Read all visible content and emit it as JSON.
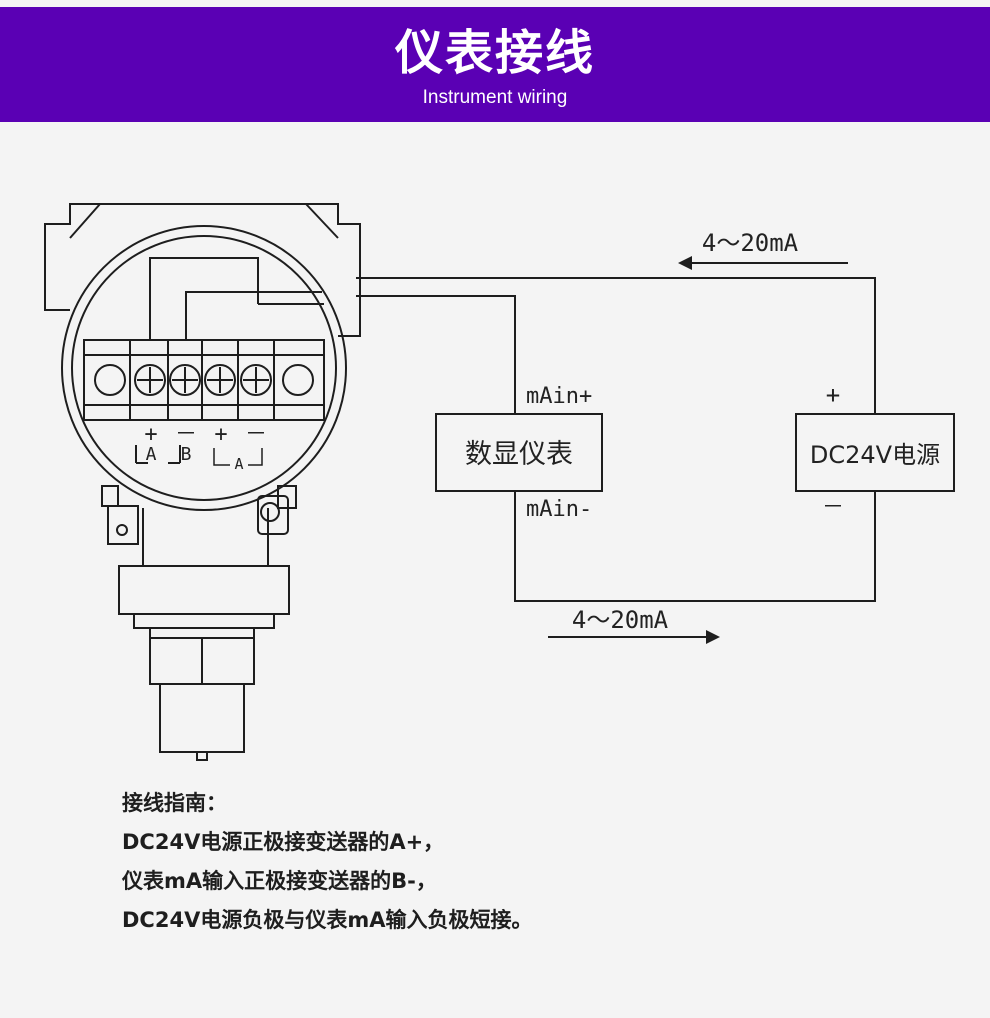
{
  "header": {
    "title": "仪表接线",
    "subtitle": "Instrument wiring",
    "bg_color": "#5a00b4"
  },
  "diagram": {
    "current_top": "4～20mA",
    "current_bottom": "4～20mA",
    "meter": {
      "label": "数显仪表",
      "pin_plus": "mAin+",
      "pin_minus": "mAin-"
    },
    "power": {
      "label": "DC24V电源",
      "pin_plus": "+",
      "pin_minus": "－"
    },
    "terminals": {
      "signs": [
        "+",
        "－",
        "+",
        "－"
      ],
      "letter_a": "A",
      "letter_b": "B",
      "bracket_label": "A"
    }
  },
  "guide": {
    "title": "接线指南：",
    "lines": [
      "DC24V电源正极接变送器的A+，",
      "仪表mA输入正极接变送器的B-，",
      "DC24V电源负极与仪表mA输入负极短接。"
    ]
  }
}
